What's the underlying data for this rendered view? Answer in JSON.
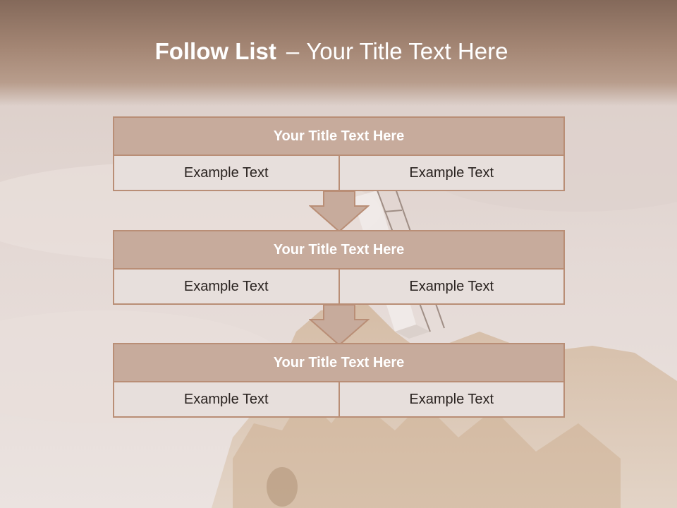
{
  "slide": {
    "title_bold": "Follow List",
    "title_dash": "–",
    "title_rest": "Your Title Text Here"
  },
  "blocks": [
    {
      "title": "Your Title Text Here",
      "left": "Example Text",
      "right": "Example Text"
    },
    {
      "title": "Your Title Text Here",
      "left": "Example Text",
      "right": "Example Text"
    },
    {
      "title": "Your Title Text Here",
      "left": "Example Text",
      "right": "Example Text"
    }
  ],
  "colors": {
    "header": "#9a7d6b",
    "block_title_fill": "#c7ab9c",
    "block_border": "#b98e76",
    "cell_fill": "#e7dfdc",
    "arrow_fill": "#c7ab9c"
  }
}
